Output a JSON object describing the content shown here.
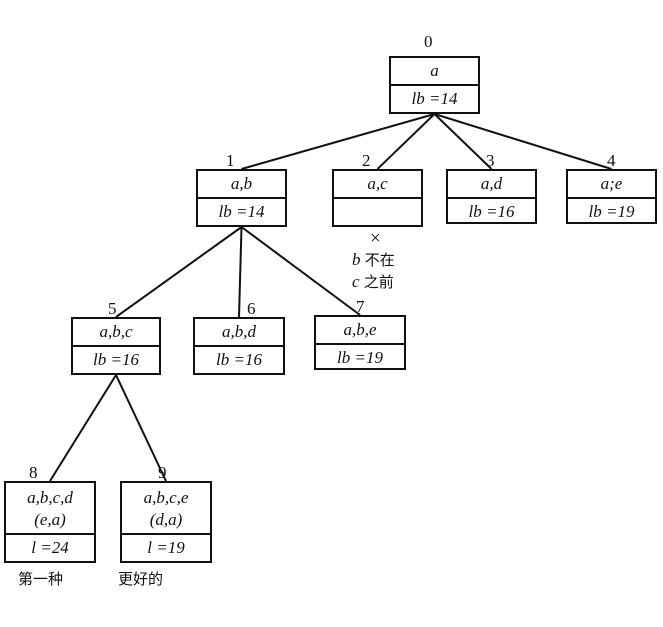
{
  "tree": {
    "nodes": [
      {
        "id": "0",
        "label": "a",
        "bound": "lb =14"
      },
      {
        "id": "1",
        "label": "a,b",
        "bound": "lb =14"
      },
      {
        "id": "2",
        "label": "a,c",
        "bound": ""
      },
      {
        "id": "3",
        "label": "a,d",
        "bound": "lb =16"
      },
      {
        "id": "4",
        "label": "a;e",
        "bound": "lb =19"
      },
      {
        "id": "5",
        "label": "a,b,c",
        "bound": "lb =16"
      },
      {
        "id": "6",
        "label": "a,b,d",
        "bound": "lb =16"
      },
      {
        "id": "7",
        "label": "a,b,e",
        "bound": "lb =19"
      },
      {
        "id": "8",
        "label": "a,b,c,d",
        "label2": "(e,a)",
        "bound": "l =24"
      },
      {
        "id": "9",
        "label": "a,b,c,e",
        "label2": "(d,a)",
        "bound": "l =19"
      }
    ],
    "edges": [
      [
        "0",
        "1"
      ],
      [
        "0",
        "2"
      ],
      [
        "0",
        "3"
      ],
      [
        "0",
        "4"
      ],
      [
        "1",
        "5"
      ],
      [
        "1",
        "6"
      ],
      [
        "1",
        "7"
      ],
      [
        "5",
        "8"
      ],
      [
        "5",
        "9"
      ]
    ],
    "pruned_note": {
      "mark": "×",
      "line1_var": "b",
      "line1_text": "不在",
      "line2_var": "c",
      "line2_text": "之前"
    },
    "captions": {
      "node8": "第一种",
      "node9": "更好的"
    }
  }
}
